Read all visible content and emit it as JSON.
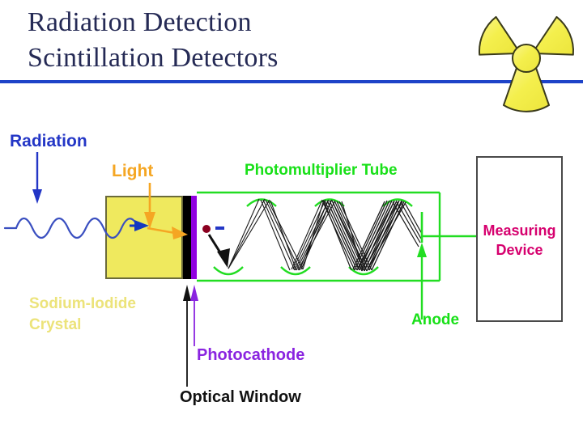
{
  "slide": {
    "title_line_1": "Radiation Detection",
    "title_line_2": "Scintillation Detectors",
    "background_color": "#ffffff",
    "rule_color": "#1e43c8"
  },
  "icons": {
    "radiation_trefoil": "radiation-trefoil-icon",
    "trefoil_fill": "#f2ee55",
    "trefoil_stroke": "#3a3a1a"
  },
  "labels": {
    "radiation": "Radiation",
    "light": "Light",
    "photomultiplier_tube": "Photomultiplier Tube",
    "anode": "Anode",
    "crystal_line_1": "Sodium-Iodide",
    "crystal_line_2": "Crystal",
    "photocathode": "Photocathode",
    "optical_window": "Optical Window",
    "measuring_device_line_1": "Measuring",
    "measuring_device_line_2": "Device"
  },
  "colors": {
    "radiation_label": "#2336c6",
    "light_label": "#f5a623",
    "pmt_label": "#18e018",
    "anode_label": "#18e018",
    "crystal_label": "#ece37a",
    "photocathode_label": "#8a24e0",
    "optical_window_label": "#111111",
    "measuring_device_label": "#d6006e",
    "crystal_fill": "#efe95e",
    "crystal_border": "#6b6b3a",
    "optical_window_fill": "#000000",
    "photocathode_fill": "#9000e0",
    "pmt_envelope": "#22dd22",
    "radiation_wave": "#3a4fc0",
    "electron_dot": "#8b0020",
    "electron_minus": "#2336c6",
    "measuring_box_border": "#4a4a4a"
  },
  "diagram": {
    "crystal_block": "sodium-iodide-crystal-block",
    "optical_window_strip": "optical-window-strip",
    "photocathode_strip": "photocathode-strip",
    "pmt_envelope": "photomultiplier-tube-envelope",
    "dynode_count": 6,
    "electron_symbol": "e-",
    "measuring_device_box": "measuring-device-box"
  }
}
